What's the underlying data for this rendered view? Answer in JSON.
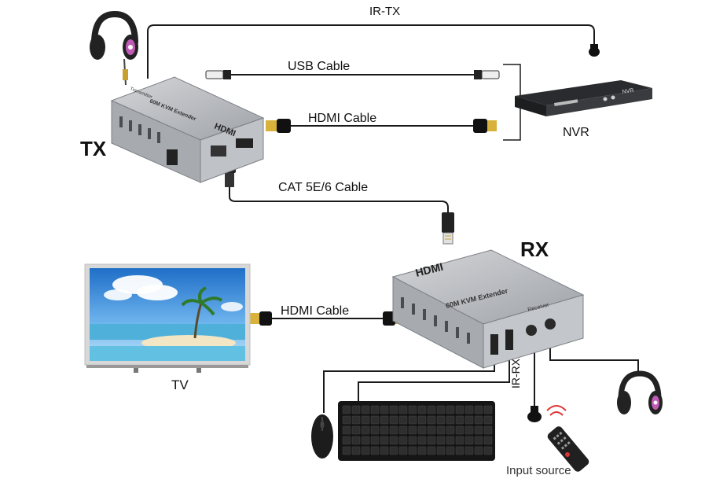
{
  "labels": {
    "ir_tx": "IR-TX",
    "usb_cable": "USB Cable",
    "hdmi_cable_tx": "HDMI Cable",
    "cat_cable": "CAT 5E/6 Cable",
    "hdmi_cable_rx": "HDMI Cable",
    "nvr": "NVR",
    "tx": "TX",
    "rx": "RX",
    "tv": "TV",
    "ir_rx": "IR-RX",
    "input_source": "Input source"
  },
  "device_text": {
    "hdmi_logo": "HDMI",
    "extender_name": "60M KVM Extender",
    "transmitter": "Transmitter",
    "receiver": "Receiver",
    "nvr_badge": "NVR"
  },
  "colors": {
    "device_body": "#b9bcc0",
    "device_dark": "#8e9196",
    "cable": "#1a1a1a",
    "headphone_accent": "#c05bb5",
    "tv_sky": "#2a7fd4"
  },
  "icons": [
    "headphones-icon",
    "mouse-icon",
    "keyboard-icon",
    "remote-control-icon",
    "ir-sensor-icon",
    "tv-icon",
    "nvr-device-icon"
  ]
}
